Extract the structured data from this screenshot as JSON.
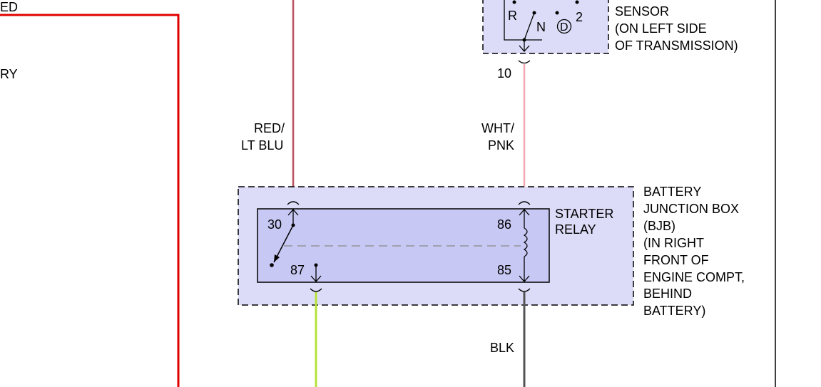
{
  "labels": {
    "top_left_partial": "ED",
    "left_partial": "RY",
    "wire_red_lt_blu": [
      "RED/",
      "LT BLU"
    ],
    "wire_wht_pnk": [
      "WHT/",
      "PNK"
    ],
    "wire_blk": "BLK",
    "pin_10": "10",
    "sensor_desc": [
      "SENSOR",
      "(ON LEFT SIDE",
      "OF TRANSMISSION)"
    ],
    "gear_r": "R",
    "gear_n": "N",
    "gear_d": "D",
    "gear_2": "2",
    "relay_name": [
      "STARTER",
      "RELAY"
    ],
    "bjb_desc": [
      "BATTERY",
      "JUNCTION BOX",
      "(BJB)",
      "(IN RIGHT",
      "FRONT OF",
      "ENGINE COMPT,",
      "BEHIND",
      "BATTERY)"
    ],
    "pin_30": "30",
    "pin_86": "86",
    "pin_87": "87",
    "pin_85": "85"
  },
  "colors": {
    "wire_red": "#e00000",
    "wire_red_lt_blu": "#cc2222",
    "wire_wht_pnk": "#f2a8b0",
    "wire_blk": "#555555",
    "wire_yel_grn": "#ccee33",
    "box_fill": "#dcdcf8",
    "relay_fill": "#c8c8f4"
  }
}
